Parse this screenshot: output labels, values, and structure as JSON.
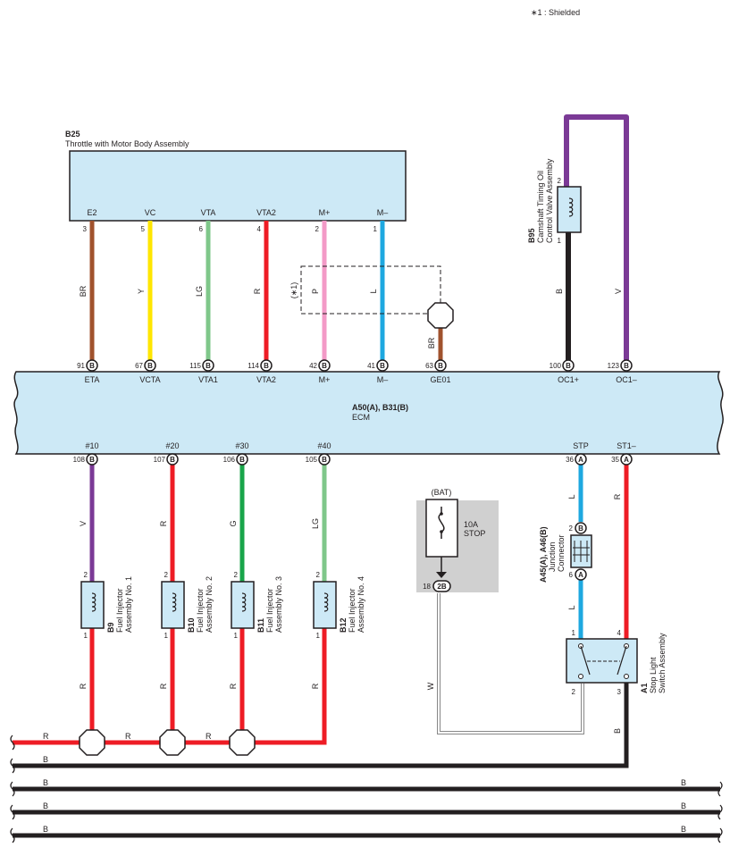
{
  "note": "∗1 : Shielded",
  "b25": {
    "code": "B25",
    "name": "Throttle with Motor Body Assembly",
    "terminals": [
      "E2",
      "VC",
      "VTA",
      "VTA2",
      "M+",
      "M–"
    ],
    "pins": [
      "3",
      "5",
      "6",
      "4",
      "2",
      "1"
    ]
  },
  "b95": {
    "code": "B95",
    "name1": "Camshaft Timing Oil",
    "name2": "Control Valve Assembly",
    "pin_top": "2",
    "pin_bottom": "1"
  },
  "ecm": {
    "code": "A50(A), B31(B)",
    "name": "ECM",
    "top_terminals": [
      {
        "num": "91",
        "conn": "B",
        "name": "ETA"
      },
      {
        "num": "67",
        "conn": "B",
        "name": "VCTA"
      },
      {
        "num": "115",
        "conn": "B",
        "name": "VTA1"
      },
      {
        "num": "114",
        "conn": "B",
        "name": "VTA2"
      },
      {
        "num": "42",
        "conn": "B",
        "name": "M+"
      },
      {
        "num": "41",
        "conn": "B",
        "name": "M–"
      },
      {
        "num": "63",
        "conn": "B",
        "name": "GE01"
      },
      {
        "num": "100",
        "conn": "B",
        "name": "OC1+"
      },
      {
        "num": "123",
        "conn": "B",
        "name": "OC1–"
      }
    ],
    "bottom_terminals": [
      {
        "num": "108",
        "conn": "B",
        "name": "#10"
      },
      {
        "num": "107",
        "conn": "B",
        "name": "#20"
      },
      {
        "num": "106",
        "conn": "B",
        "name": "#30"
      },
      {
        "num": "105",
        "conn": "B",
        "name": "#40"
      },
      {
        "num": "36",
        "conn": "A",
        "name": "STP"
      },
      {
        "num": "35",
        "conn": "A",
        "name": "ST1–"
      }
    ]
  },
  "wire_colors": {
    "b25": [
      "BR",
      "Y",
      "LG",
      "R",
      "P",
      "L"
    ],
    "shield": "BR",
    "b95_low": "B",
    "b95_high": "V",
    "injectors": [
      "V",
      "R",
      "G",
      "LG"
    ],
    "stp_upper": "L",
    "stp_lower": "L",
    "st1": "R",
    "fuse_out": "W",
    "sw_out": "B"
  },
  "shield_label": "(∗1)",
  "injectors": [
    {
      "code": "B9",
      "line1": "Fuel Injector",
      "line2": "Assembly No. 1",
      "pin_top": "2",
      "pin_bottom": "1"
    },
    {
      "code": "B10",
      "line1": "Fuel Injector",
      "line2": "Assembly No. 2",
      "pin_top": "2",
      "pin_bottom": "1"
    },
    {
      "code": "B11",
      "line1": "Fuel Injector",
      "line2": "Assembly No. 3",
      "pin_top": "2",
      "pin_bottom": "1"
    },
    {
      "code": "B12",
      "line1": "Fuel Injector",
      "line2": "Assembly No. 4",
      "pin_top": "2",
      "pin_bottom": "1"
    }
  ],
  "fuse": {
    "bat": "(BAT)",
    "rating": "10A",
    "name": "STOP",
    "pin": "18",
    "conn": "2B"
  },
  "junction": {
    "code": "A45(A), A46(B)",
    "name1": "Junction",
    "name2": "Connector",
    "pin_top": "2",
    "conn_top": "B",
    "pin_bottom": "6",
    "conn_bottom": "A"
  },
  "stop_switch": {
    "code": "A1",
    "name1": "Stop Light",
    "name2": "Switch Assembly",
    "pins": [
      "1",
      "4",
      "2",
      "3"
    ]
  },
  "bus": {
    "r_labels": [
      "R",
      "R",
      "R"
    ],
    "b_labels": [
      "B",
      "B",
      "B",
      "B",
      "B",
      "B",
      "B"
    ]
  },
  "colors": {
    "BR": "#a0522d",
    "Y": "#ffe600",
    "LG": "#7fc78a",
    "R": "#ee1c25",
    "P": "#f39ac7",
    "L": "#1ea8e0",
    "B": "#231f20",
    "V": "#7b3a96",
    "G": "#19a54a",
    "W": "#ffffff",
    "box_fill": "#cde9f6",
    "fuse_bg": "#d0d0d0"
  }
}
